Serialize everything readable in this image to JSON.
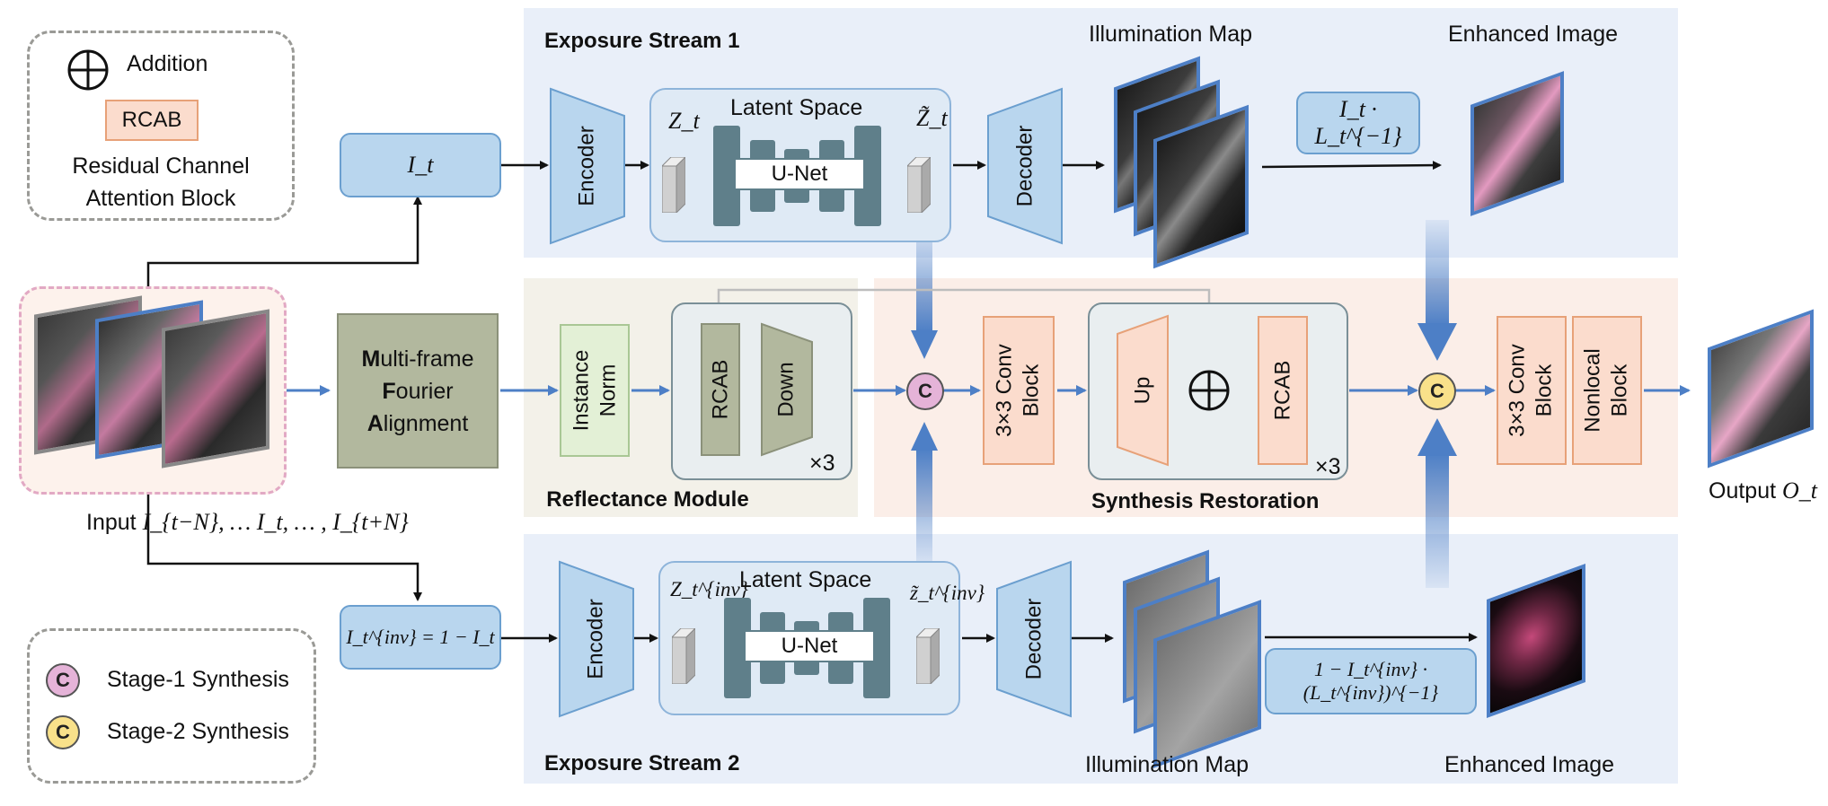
{
  "legend_top": {
    "addition_label": "Addition",
    "rcab_short": "RCAB",
    "rcab_line1": "Residual Channel",
    "rcab_line2": "Attention Block"
  },
  "legend_bottom": {
    "c_symbol": "C",
    "stage1_label": "Stage-1 Synthesis",
    "stage2_label": "Stage-2 Synthesis"
  },
  "input": {
    "label_prefix": "Input",
    "label_math": "I_{t−N}, … I_t, … , I_{t+N}"
  },
  "it_box": "I_t",
  "inv_box": "I_t^{inv} = 1 − I_t",
  "mfa": {
    "l1_bold": "M",
    "l1_rest": "ulti-frame",
    "l2_bold": "F",
    "l2_rest": "ourier",
    "l3_bold": "A",
    "l3_rest": "lignment"
  },
  "stream1": {
    "title": "Exposure Stream 1",
    "encoder": "Encoder",
    "latent_title": "Latent Space",
    "z_in": "Z_t",
    "z_out": "Z̃_t",
    "unet": "U-Net",
    "decoder": "Decoder",
    "illum_title": "Illumination Map",
    "enhanced_title": "Enhanced Image",
    "formula": "I_t · L_t^{−1}"
  },
  "stream2": {
    "title": "Exposure Stream 2",
    "encoder": "Encoder",
    "latent_title": "Latent Space",
    "z_in": "Z_t^{inv}",
    "z_out": "z̃_t^{inv}",
    "unet": "U-Net",
    "decoder": "Decoder",
    "illum_title": "Illumination Map",
    "enhanced_title": "Enhanced Image",
    "formula": "1 − I_t^{inv} · (L_t^{inv})^{−1}"
  },
  "reflectance": {
    "title": "Reflectance Module",
    "instance_norm_1": "Instance",
    "instance_norm_2": "Norm",
    "rcab": "RCAB",
    "down": "Down",
    "repeat": "×3"
  },
  "synthesis": {
    "title": "Synthesis Restoration",
    "conv1": "3×3 Conv",
    "conv2": "Block",
    "up": "Up",
    "rcab": "RCAB",
    "repeat": "×3",
    "c_symbol": "C"
  },
  "final": {
    "conv1": "3×3 Conv",
    "conv2": "Block",
    "nonlocal1": "Nonlocal",
    "nonlocal2": "Block",
    "c_symbol": "C",
    "output_prefix": "Output",
    "output_math": "O_t"
  },
  "colors": {
    "stream_bg": "#e9eff9",
    "reflectance_bg": "#f3f1e9",
    "synthesis_bg": "#fbeee8",
    "blue_fill": "#b9d6ee",
    "blue_stroke": "#6b9fcf",
    "latent_fill": "#dfeaf5",
    "unet_dark": "#5f7f8a",
    "mfa_fill": "#b2b89e",
    "green_fill": "#e3f0d6",
    "rcab_green": "#b2b89e",
    "salmon_fill": "#fbdccd",
    "salmon_stroke": "#e7a178",
    "arrow_blue": "#4d7fc6",
    "stage1_pink": "#e5b3d8",
    "stage2_yellow": "#f9e18a"
  }
}
